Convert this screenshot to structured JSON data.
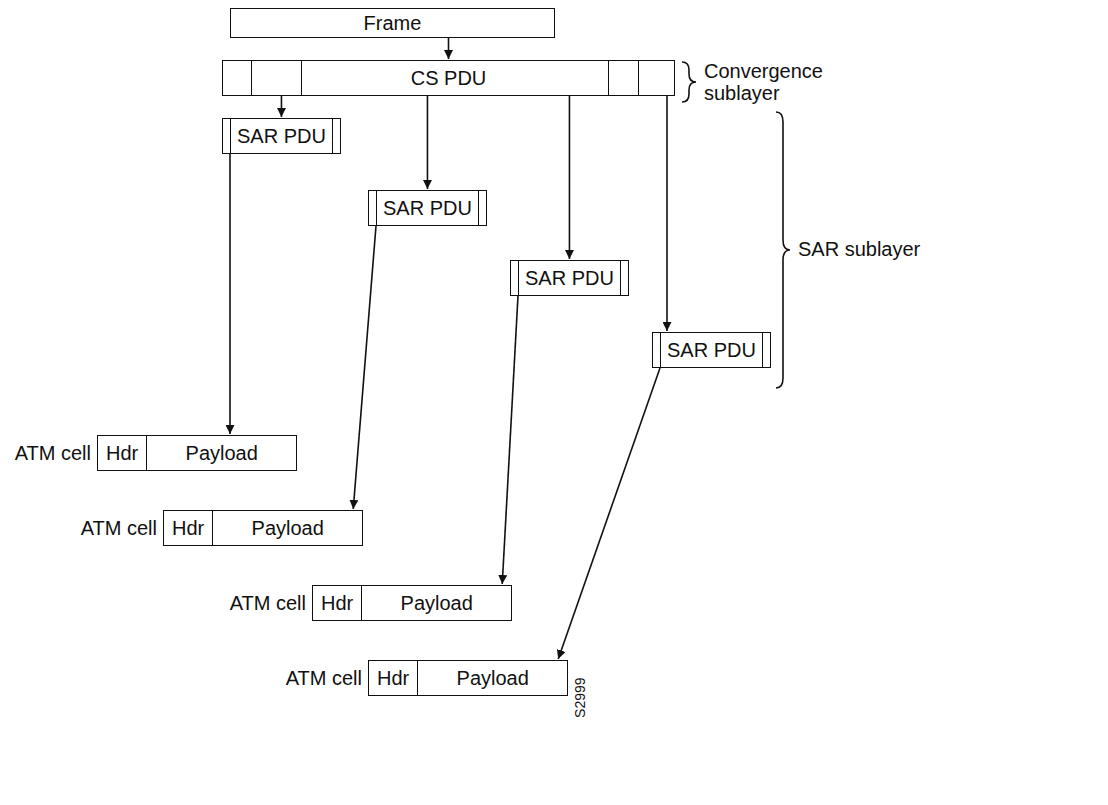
{
  "diagram": {
    "nodes": [
      {
        "text": [
          "Frame"
        ]
      },
      {
        "text": [
          "CS PDU"
        ]
      },
      {
        "text": [
          "SAR PDU"
        ]
      },
      {
        "text": [
          "SAR PDU"
        ]
      },
      {
        "text": [
          "SAR PDU"
        ]
      },
      {
        "text": [
          "SAR PDU"
        ]
      },
      {
        "text": [
          "ATM cell"
        ]
      },
      {
        "text": [
          "Hdr"
        ],
        "in": 6
      },
      {
        "text": [
          "Payload"
        ],
        "in": 6
      },
      {
        "text": [
          "ATM cell"
        ]
      },
      {
        "text": [
          "Hdr"
        ],
        "in": 9
      },
      {
        "text": [
          "Payload"
        ],
        "in": 9
      },
      {
        "text": [
          "ATM cell"
        ]
      },
      {
        "text": [
          "Hdr"
        ],
        "in": 12
      },
      {
        "text": [
          "Payload"
        ],
        "in": 12
      },
      {
        "text": [
          "ATM cell"
        ]
      },
      {
        "text": [
          "Hdr"
        ],
        "in": 15
      },
      {
        "text": [
          "Payload"
        ],
        "in": 15
      }
    ],
    "edges": [
      {
        "from": 0,
        "to": 1,
        "arrow": "to"
      },
      {
        "from": 1,
        "to": 2,
        "arrow": "to"
      },
      {
        "from": 1,
        "to": 3,
        "arrow": "to"
      },
      {
        "from": 1,
        "to": 4,
        "arrow": "to"
      },
      {
        "from": 1,
        "to": 5,
        "arrow": "to"
      },
      {
        "from": 2,
        "to": 6,
        "arrow": "to"
      },
      {
        "from": 3,
        "to": 9,
        "arrow": "to"
      },
      {
        "from": 4,
        "to": 12,
        "arrow": "to"
      },
      {
        "from": 5,
        "to": 15,
        "arrow": "to"
      }
    ],
    "labels": [
      "Convergence sublayer",
      "SAR sublayer",
      "S2999"
    ]
  }
}
